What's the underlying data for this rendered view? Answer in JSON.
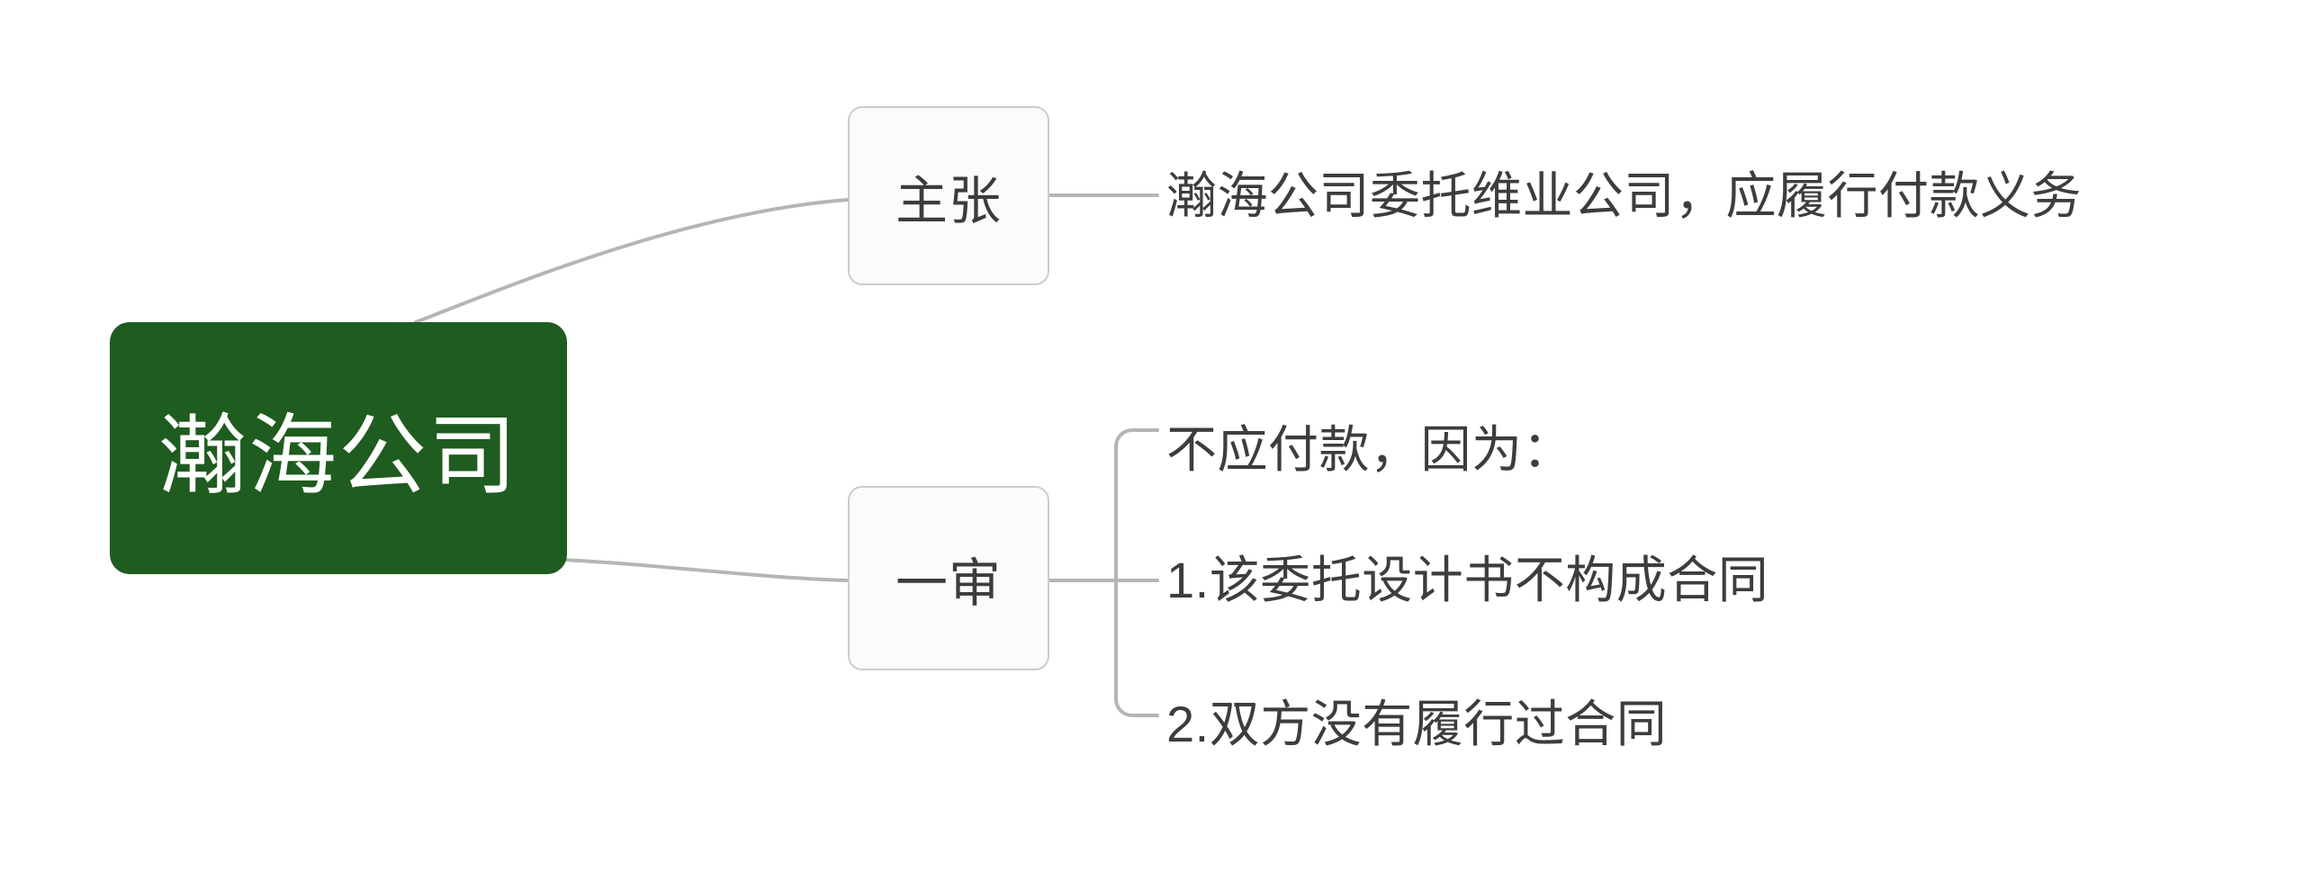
{
  "diagram": {
    "type": "mind-map",
    "orientation": "left-to-right",
    "background_color": "#ffffff",
    "root": {
      "label": "瀚海公司",
      "fill_color": "#1f5c1f",
      "text_color": "#ffffff"
    },
    "branches": [
      {
        "id": "zhuzhang",
        "label": "主张",
        "fill_color": "#fbfbfb",
        "border_color": "#cdcdcd",
        "text_color": "#3c3c3c",
        "children": [
          {
            "id": "claim",
            "label": "瀚海公司委托维业公司，应履行付款义务"
          }
        ]
      },
      {
        "id": "yishen",
        "label": "一审",
        "fill_color": "#fbfbfb",
        "border_color": "#cdcdcd",
        "text_color": "#3c3c3c",
        "children": [
          {
            "id": "reason-intro",
            "label": "不应付款，因为："
          },
          {
            "id": "reason-1",
            "label": "1.该委托设计书不构成合同"
          },
          {
            "id": "reason-2",
            "label": "2.双方没有履行过合同"
          }
        ]
      }
    ],
    "connector_color": "#b5b5b5"
  }
}
